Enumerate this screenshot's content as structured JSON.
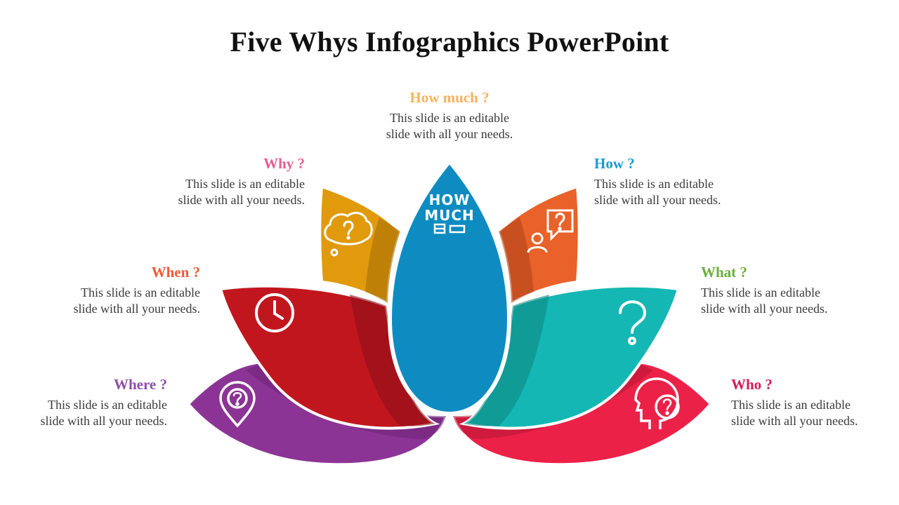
{
  "title": "Five Whys Infographics PowerPoint",
  "icons": {
    "how_much_text": [
      "HOW",
      "MUCH"
    ]
  },
  "items": {
    "how_much": {
      "label": "How much ?",
      "line1": "This slide is an editable",
      "line2": "slide with all your needs.",
      "color": "#F7B25C",
      "petal_color": "#0E8CC1",
      "icon": "how-much-icon"
    },
    "why": {
      "label": "Why ?",
      "line1": "This slide is an editable",
      "line2": "slide with all your needs.",
      "color": "#E75C93",
      "petal_color": "#E09A0C",
      "icon": "thought-bubble-question-icon"
    },
    "how": {
      "label": "How ?",
      "line1": "This slide is an editable",
      "line2": "slide with all your needs.",
      "color": "#1B9AD1",
      "petal_color": "#E8622A",
      "icon": "person-question-icon"
    },
    "when": {
      "label": "When ?",
      "line1": "This slide is an editable",
      "line2": "slide with all your needs.",
      "color": "#EE5A36",
      "petal_color": "#C2161F",
      "icon": "clock-icon"
    },
    "what": {
      "label": "What ?",
      "line1": "This slide is an editable",
      "line2": "slide with all your needs.",
      "color": "#6BAE3E",
      "petal_color": "#14B7B3",
      "icon": "question-mark-icon"
    },
    "where": {
      "label": "Where ?",
      "line1": "This slide is an editable",
      "line2": "slide with all your needs.",
      "color": "#8E4FA6",
      "petal_color": "#8C3495",
      "icon": "location-pin-question-icon"
    },
    "who": {
      "label": "Who ?",
      "line1": "This slide is an editable",
      "line2": "slide with all your needs.",
      "color": "#D6195B",
      "petal_color": "#EC2148",
      "icon": "head-question-icon"
    }
  }
}
